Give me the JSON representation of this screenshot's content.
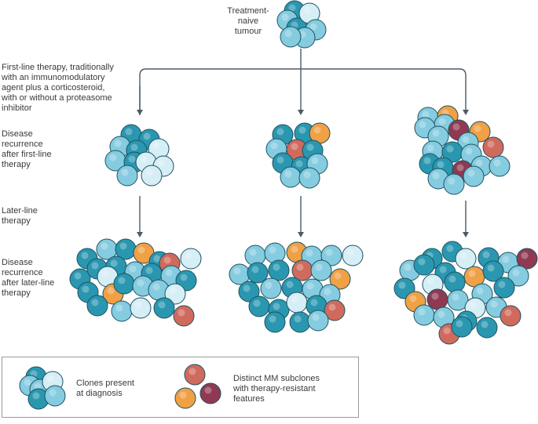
{
  "labels": {
    "treatment_naive": [
      "Treatment-",
      "naive",
      "tumour"
    ],
    "first_line": [
      "First-line therapy, traditionally",
      "with an immunomodulatory",
      "agent plus a corticosteroid,",
      "with or without a proteasome",
      "inhibitor"
    ],
    "recurrence_first": [
      "Disease",
      "recurrence",
      "after first-line",
      "therapy"
    ],
    "later_line": [
      "Later-line",
      "therapy"
    ],
    "recurrence_later": [
      "Disease",
      "recurrence",
      "after later-line",
      "therapy"
    ]
  },
  "legend": {
    "clones": [
      "Clones present",
      "at diagnosis"
    ],
    "subclones": [
      "Distinct MM subclones",
      "with therapy-resistant",
      "features"
    ]
  },
  "colors": {
    "teal": "#2a97b0",
    "light_teal": "#86cce0",
    "pale_cyan": "#d6eef5",
    "orange": "#f0a045",
    "salmon": "#d06a5c",
    "plum": "#8f3a52",
    "arrow": "#4a5a68",
    "outline": "#1d5260"
  }
}
